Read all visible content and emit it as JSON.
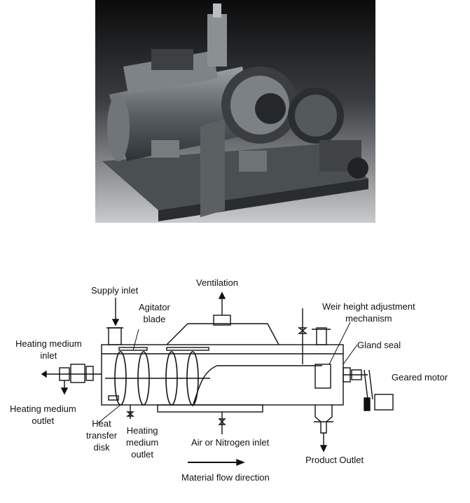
{
  "labels": {
    "ventilation": "Ventilation",
    "supply_inlet": "Supply inlet",
    "agitator_blade": "Agitator\nblade",
    "weir_height": "Weir height adjustment\nmechanism",
    "heating_medium_inlet": "Heating medium\ninlet",
    "gland_seal": "Gland seal",
    "geared_motor": "Geared motor",
    "heating_medium_outlet_left": "Heating medium\noutlet",
    "heat_transfer_disk": "Heat\ntransfer\ndisk",
    "heating_medium_outlet_bottom": "Heating\nmedium\noutlet",
    "air_nitrogen_inlet": "Air or Nitrogen inlet",
    "product_outlet": "Product Outlet",
    "material_flow": "Material flow direction"
  }
}
